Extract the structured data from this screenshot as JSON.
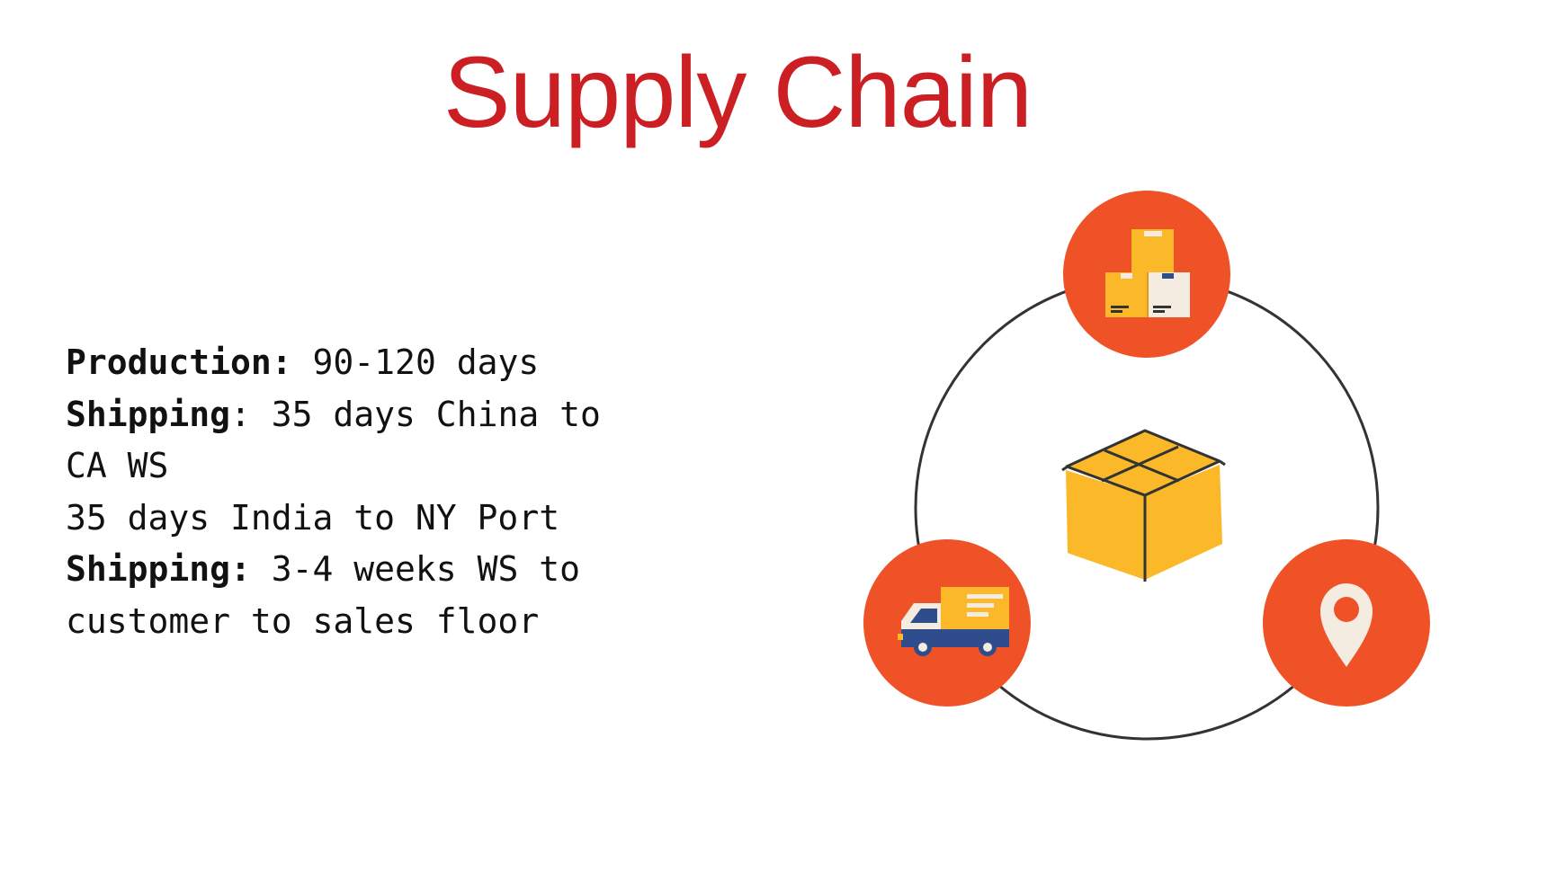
{
  "slide": {
    "title": "Supply Chain"
  },
  "details": {
    "production_label": "Production:",
    "production_value": " 90-120 days",
    "shipping1_label": "Shipping",
    "shipping1_value": ": 35 days China to",
    "shipping1_cont": "CA WS",
    "india_line": "35 days India to NY Port",
    "shipping2_label": "Shipping:",
    "shipping2_value": " 3-4 weeks WS to",
    "shipping2_cont": "customer to sales floor"
  },
  "diagram": {
    "nodes": [
      {
        "name": "warehouse",
        "icon": "boxes-stack-icon"
      },
      {
        "name": "delivery",
        "icon": "delivery-truck-icon"
      },
      {
        "name": "destination",
        "icon": "location-pin-icon"
      }
    ],
    "center_icon": "package-box-icon"
  },
  "colors": {
    "title": "#cc1f24",
    "text": "#111111",
    "node_fill": "#ee5226",
    "box_yellow": "#fbb92a",
    "box_cream": "#f4ece0",
    "truck_blue": "#2f4d8c",
    "ring": "#333333"
  }
}
